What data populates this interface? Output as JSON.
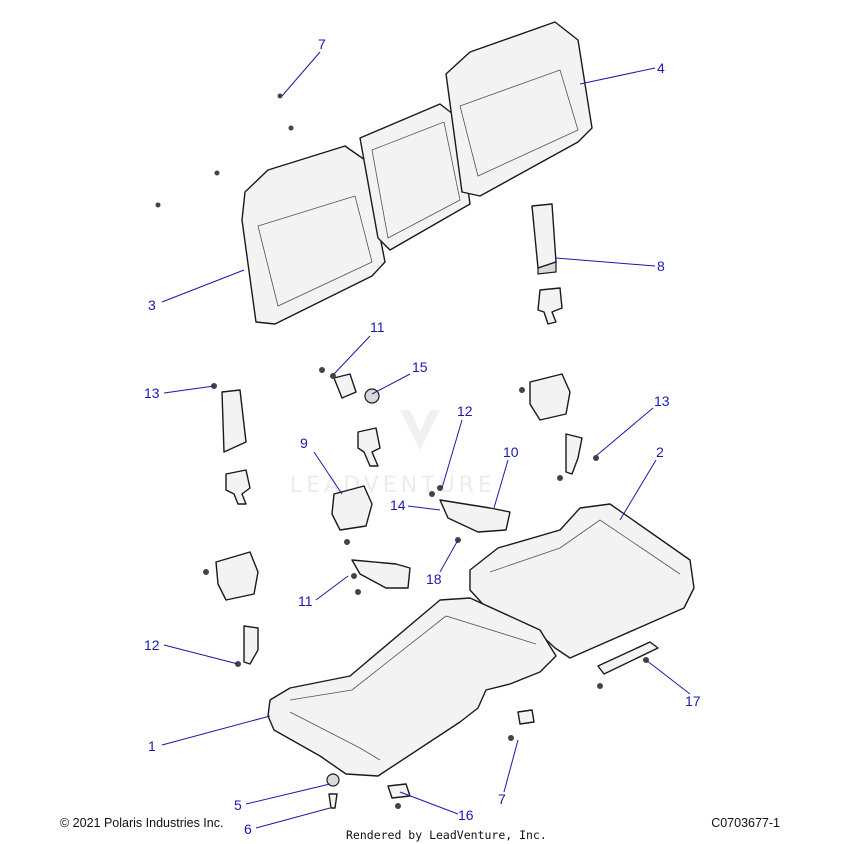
{
  "watermark": {
    "text": "LEADVENTURE"
  },
  "callouts": [
    {
      "id": "c7a",
      "label": "7"
    },
    {
      "id": "c4",
      "label": "4"
    },
    {
      "id": "c8",
      "label": "8"
    },
    {
      "id": "c3",
      "label": "3"
    },
    {
      "id": "c11a",
      "label": "11"
    },
    {
      "id": "c15",
      "label": "15"
    },
    {
      "id": "c13a",
      "label": "13"
    },
    {
      "id": "c13b",
      "label": "13"
    },
    {
      "id": "c12a",
      "label": "12"
    },
    {
      "id": "c9",
      "label": "9"
    },
    {
      "id": "c10",
      "label": "10"
    },
    {
      "id": "c2",
      "label": "2"
    },
    {
      "id": "c14",
      "label": "14"
    },
    {
      "id": "c18",
      "label": "18"
    },
    {
      "id": "c11b",
      "label": "11"
    },
    {
      "id": "c12b",
      "label": "12"
    },
    {
      "id": "c17",
      "label": "17"
    },
    {
      "id": "c1",
      "label": "1"
    },
    {
      "id": "c5",
      "label": "5"
    },
    {
      "id": "c7b",
      "label": "7"
    },
    {
      "id": "c16",
      "label": "16"
    },
    {
      "id": "c6",
      "label": "6"
    }
  ],
  "footer": {
    "copyright": "© 2021 Polaris Industries Inc.",
    "rendered_by": "Rendered by LeadVenture, Inc.",
    "drawing_number": "C0703677-1"
  }
}
